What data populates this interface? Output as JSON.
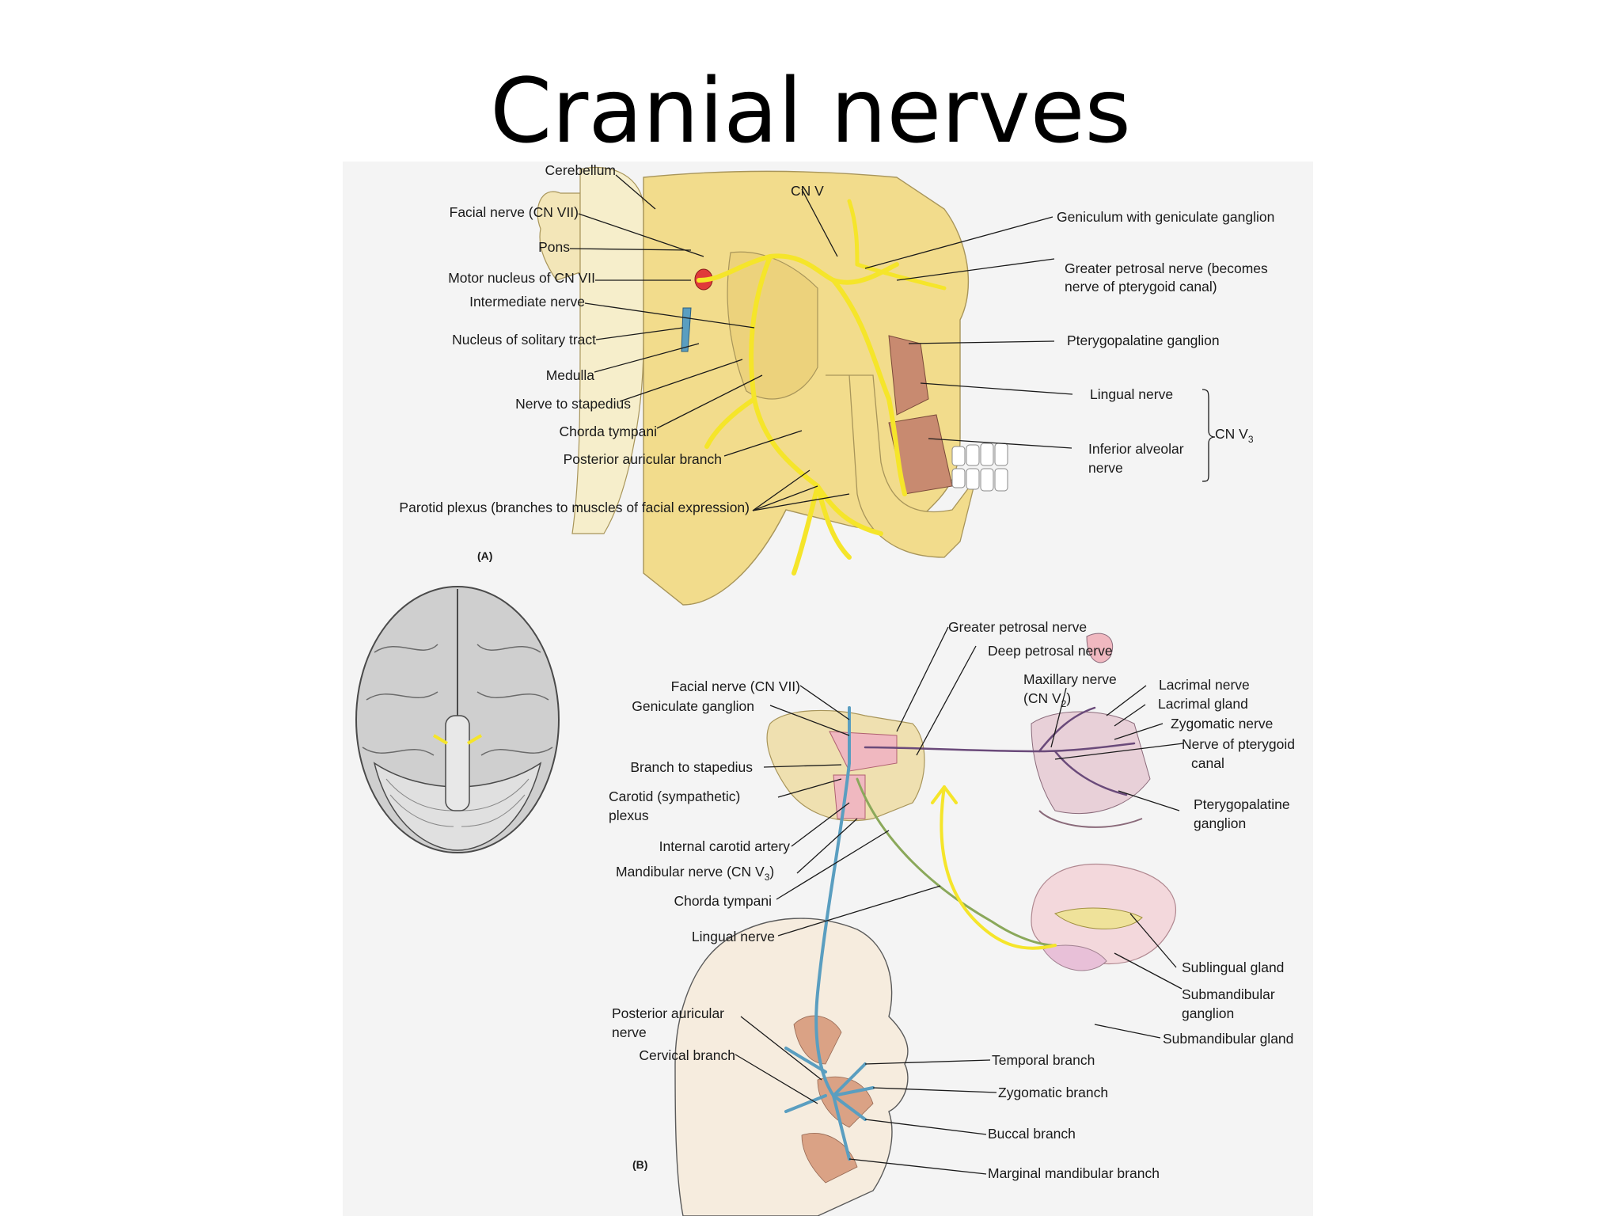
{
  "title": "Cranial nerves",
  "colors": {
    "background": "#ffffff",
    "figure_background": "#f4f4f4",
    "bone": "#f2dc8c",
    "nerve_yellow": "#f5e52a",
    "nerve_blue": "#5a9ec0",
    "nerve_green": "#8aa85a",
    "muscle": "#c88a70",
    "gland_pink": "#f0b8c0",
    "artery_red": "#e03a3a",
    "brain_gray": "#cfcfcf"
  },
  "panel_a": {
    "tag": "(A)",
    "labels": {
      "cerebellum": "Cerebellum",
      "facial_nerve": "Facial nerve (CN VII)",
      "pons": "Pons",
      "motor_nucleus": "Motor nucleus of CN VII",
      "intermediate_nerve": "Intermediate nerve",
      "nucleus_solitary": "Nucleus of solitary tract",
      "medulla": "Medulla",
      "nerve_stapedius": "Nerve to stapedius",
      "chorda_tympani": "Chorda tympani",
      "posterior_auricular_branch": "Posterior auricular branch",
      "parotid_plexus": "Parotid plexus (branches to muscles of facial expression)",
      "cn_v": "CN V",
      "geniculum": "Geniculum with geniculate ganglion",
      "greater_petrosal_1": "Greater petrosal nerve (becomes",
      "greater_petrosal_2": "nerve of pterygoid canal)",
      "pterygopalatine_ganglion": "Pterygopalatine ganglion",
      "lingual_nerve": "Lingual nerve",
      "inferior_alveolar_1": "Inferior alveolar",
      "inferior_alveolar_2": "nerve",
      "cn_v3": "CN V",
      "cn_v3_sub": "3"
    }
  },
  "panel_b": {
    "tag": "(B)",
    "labels": {
      "greater_petrosal": "Greater petrosal nerve",
      "deep_petrosal": "Deep petrosal nerve",
      "facial_nerve": "Facial nerve (CN VII)",
      "geniculate_ganglion": "Geniculate ganglion",
      "maxillary_1": "Maxillary nerve",
      "maxillary_2": "(CN V",
      "maxillary_2_sub": "2",
      "maxillary_2_end": ")",
      "lacrimal_nerve": "Lacrimal nerve",
      "lacrimal_gland": "Lacrimal gland",
      "zygomatic_nerve": "Zygomatic nerve",
      "pterygoid_canal_1": "Nerve of pterygoid",
      "pterygoid_canal_2": "canal",
      "branch_stapedius": "Branch to stapedius",
      "carotid_plexus_1": "Carotid (sympathetic)",
      "carotid_plexus_2": "plexus",
      "pterygopalatine_1": "Pterygopalatine",
      "pterygopalatine_2": "ganglion",
      "internal_carotid": "Internal carotid artery",
      "mandibular_nerve": "Mandibular nerve (CN V",
      "mandibular_nerve_sub": "3",
      "mandibular_nerve_end": ")",
      "chorda_tympani": "Chorda tympani",
      "lingual_nerve": "Lingual nerve",
      "sublingual_gland": "Sublingual gland",
      "submandibular_ganglion_1": "Submandibular",
      "submandibular_ganglion_2": "ganglion",
      "submandibular_gland": "Submandibular gland",
      "posterior_auricular_1": "Posterior auricular",
      "posterior_auricular_2": "nerve",
      "cervical_branch": "Cervical branch",
      "temporal_branch": "Temporal branch",
      "zygomatic_branch": "Zygomatic branch",
      "buccal_branch": "Buccal branch",
      "marginal_mandibular": "Marginal mandibular branch"
    }
  }
}
